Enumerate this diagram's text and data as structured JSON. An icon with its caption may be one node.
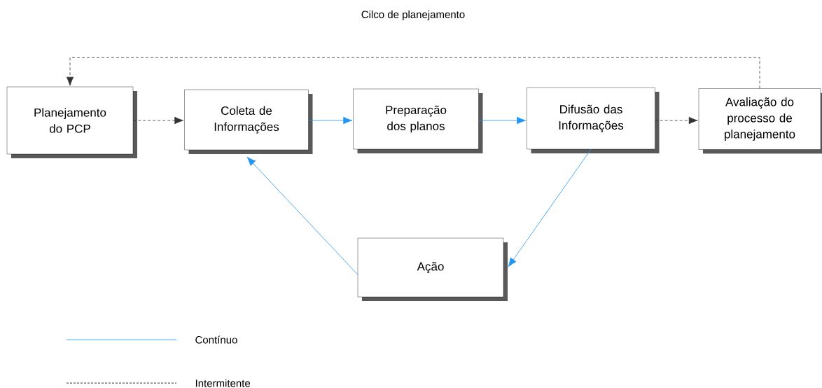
{
  "diagram": {
    "nodes": [
      {
        "text": [
          "Planejamento do PCP"
        ]
      },
      {
        "text": [
          "Coleta de Informações"
        ]
      },
      {
        "text": [
          "Preparação dos planos"
        ]
      },
      {
        "text": [
          "Difusão das Informações"
        ]
      },
      {
        "text": [
          "Avaliação do processo de planejamento"
        ]
      },
      {
        "text": [
          "Ação"
        ]
      }
    ],
    "edges": [
      {
        "from": 0,
        "to": 1,
        "arrow": "to",
        "style": "dashed",
        "color": "#333333"
      },
      {
        "from": 1,
        "to": 2,
        "arrow": "to"
      },
      {
        "from": 2,
        "to": 3,
        "arrow": "to"
      },
      {
        "from": 3,
        "to": 4,
        "arrow": "to",
        "style": "dashed",
        "color": "#333333"
      },
      {
        "from": 4,
        "to": 0,
        "arrow": "to",
        "style": "dashed",
        "color": "#333333",
        "label": "Cilco de planejamento"
      },
      {
        "from": 3,
        "to": 5,
        "arrow": "to"
      },
      {
        "from": 5,
        "to": 1,
        "arrow": "to"
      }
    ],
    "legend": [
      {
        "text": "Contínuo"
      },
      {
        "text": "Intermitente"
      }
    ]
  }
}
